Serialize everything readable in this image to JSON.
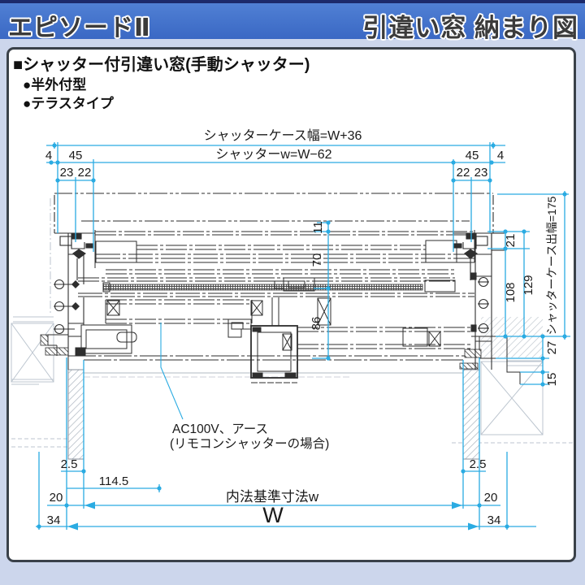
{
  "header": {
    "product_name": "エピソードⅡ",
    "doc_title": "引違い窓 納まり図"
  },
  "panel": {
    "heading": "■シャッター付引違い窓(手動シャッター)",
    "bullet_1": "●半外付型",
    "bullet_2": "●テラスタイプ"
  },
  "dims": {
    "case_width_label": "シャッターケース幅=W+36",
    "shutter_w_label": "シャッターw=W−62",
    "d4": "4",
    "d45": "45",
    "d23": "23",
    "d22": "22",
    "d11": "11",
    "d70": "70",
    "d86": "86",
    "d21": "21",
    "d108": "108",
    "d129": "129",
    "case_depth_label": "シャッターケース出幅=175",
    "d27": "27",
    "d15": "15",
    "d2_5": "2.5",
    "d114_5": "114.5",
    "d20": "20",
    "d34": "34",
    "naiho_label": "内法基準寸法w",
    "w_label": "W",
    "note_line1": "AC100V、アース",
    "note_line2": "(リモコンシャッターの場合)"
  },
  "colors": {
    "dimension": "#2aabe2",
    "linework": "#2e2e2e",
    "wall_gray": "#bcc5cf",
    "header_blue": "#3f6fc8"
  }
}
